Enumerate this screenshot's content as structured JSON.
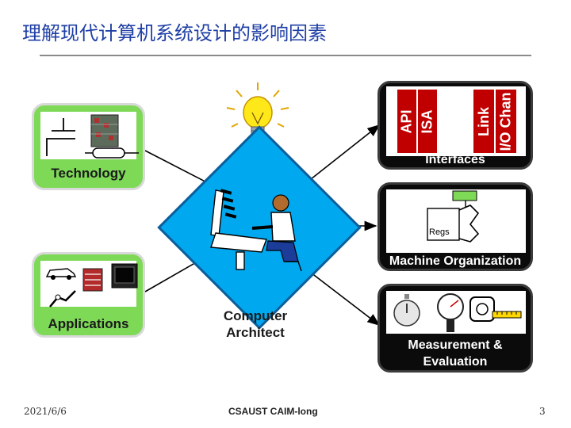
{
  "slide": {
    "title": "理解现代计算机系统设计的影响因素",
    "footer_date": "2021/6/6",
    "footer_center": "CSAUST CAIM-long",
    "page_number": "3"
  },
  "diagram": {
    "technology_label": "Technology",
    "applications_label": "Applications",
    "center_label_line1": "Computer",
    "center_label_line2": "Architect",
    "interfaces": {
      "label": "Interfaces",
      "bars": [
        "API",
        "ISA",
        "Link",
        "I/O Chan"
      ]
    },
    "machine_organization": {
      "label": "Machine Organization",
      "regs_label": "Regs"
    },
    "measurement": {
      "label_line1": "Measurement &",
      "label_line2": "Evaluation"
    },
    "colors": {
      "green_panel": "#7ed957",
      "dark_panel": "#0b0b0b",
      "red_bar": "#c00000",
      "center_diamond": "#00a9ef",
      "title_color": "#1f3fa6"
    },
    "icons": [
      "lightbulb-icon",
      "switch-icon",
      "chip-icon",
      "car-icon",
      "printer-icon",
      "tv-icon",
      "stopwatch-icon",
      "gauge-icon",
      "tape-measure-icon",
      "architect-figure-icon"
    ]
  }
}
